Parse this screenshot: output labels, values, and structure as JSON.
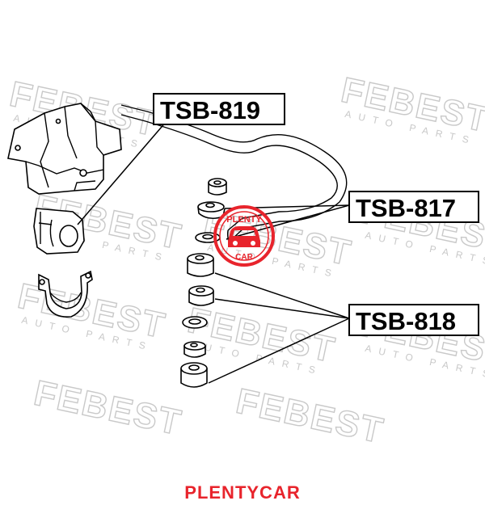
{
  "watermark": {
    "brand": "FEBEST",
    "sub": "AUTO PARTS"
  },
  "labels": {
    "tsb_819": "TSB-819",
    "tsb_817": "TSB-817",
    "tsb_818": "TSB-818"
  },
  "stamp": {
    "top": "PLENTY",
    "bottom": "CAR",
    "color": "#e8242c"
  },
  "footer": "PLENTYCAR"
}
